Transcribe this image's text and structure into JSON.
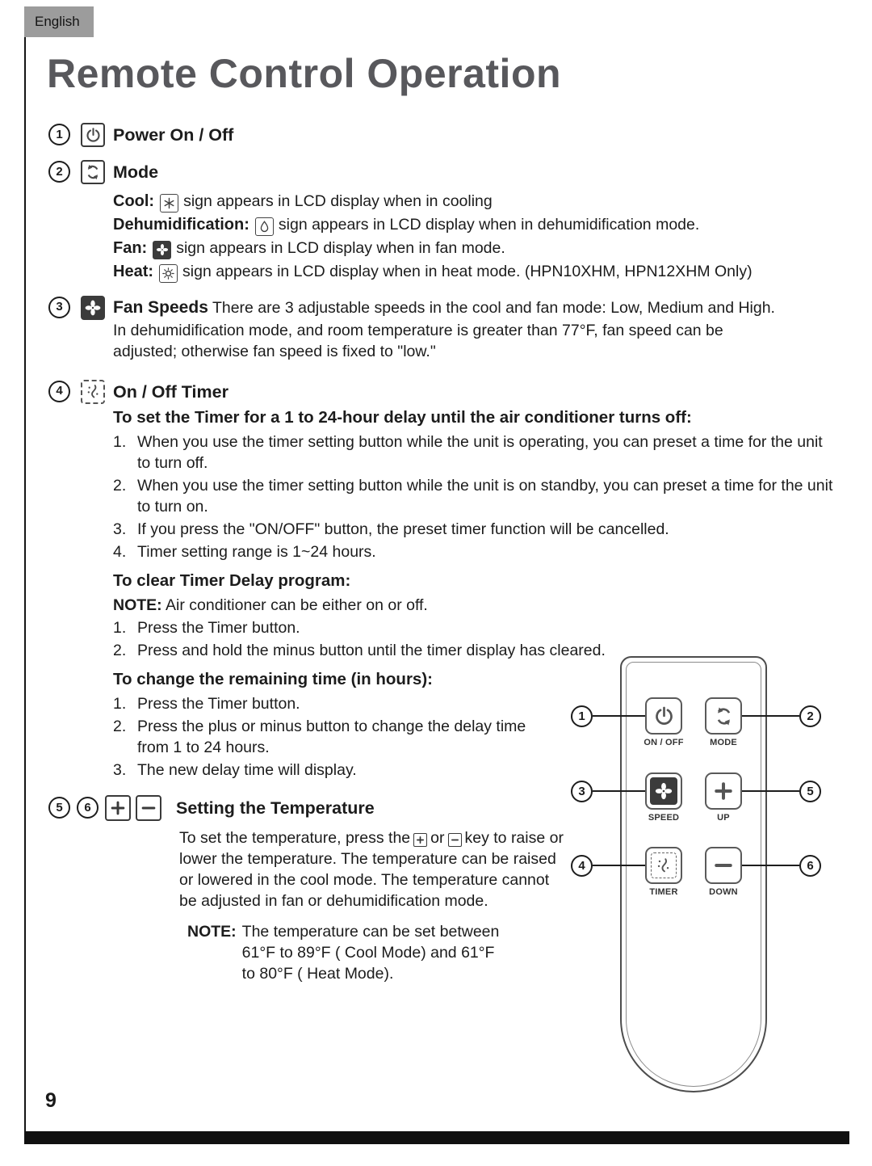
{
  "meta": {
    "language_tab": "English",
    "title": "Remote Control Operation",
    "page_number": "9"
  },
  "item1": {
    "number": "1",
    "icon": "power-icon",
    "heading": "Power On / Off"
  },
  "item2": {
    "number": "2",
    "icon": "mode-icon",
    "heading": "Mode",
    "lines": [
      {
        "label": "Cool:",
        "icon": "snowflake-icon",
        "text": "sign appears in LCD display when in cooling"
      },
      {
        "label": "Dehumidification:",
        "icon": "droplet-icon",
        "text": "sign appears in LCD display when in dehumidification mode."
      },
      {
        "label": "Fan:",
        "icon": "fan-icon",
        "text": "sign appears in LCD display when in fan mode."
      },
      {
        "label": "Heat:",
        "icon": "sun-icon",
        "text": "sign appears in LCD display when in heat mode. (HPN10XHM, HPN12XHM Only)"
      }
    ]
  },
  "item3": {
    "number": "3",
    "icon": "fan-icon",
    "heading": "Fan Speeds",
    "text": "There are 3 adjustable speeds in the cool and fan mode: Low, Medium and High. In dehumidification mode, and room temperature is greater than 77°F, fan speed can be adjusted; otherwise fan speed is fixed to \"low.\""
  },
  "item4": {
    "number": "4",
    "icon": "timer-icon",
    "heading": "On / Off Timer",
    "set_heading": "To set the Timer for a 1 to 24-hour delay until the air conditioner turns off:",
    "set_steps": [
      {
        "num": "1.",
        "text": "When you use the timer setting button while the unit is operating, you can preset a time for the unit to turn off."
      },
      {
        "num": "2.",
        "text": "When you use the timer setting button while the unit is on standby, you can preset a time for the unit to turn on."
      },
      {
        "num": "3.",
        "text": "If you press the \"ON/OFF\" button, the preset timer function will be cancelled."
      },
      {
        "num": "4.",
        "text": "Timer setting range is 1~24 hours."
      }
    ],
    "clear_heading": "To clear Timer Delay program:",
    "clear_note_label": "NOTE:",
    "clear_note_text": "Air conditioner can be either on or off.",
    "clear_steps": [
      {
        "num": "1.",
        "text": "Press the Timer button."
      },
      {
        "num": "2.",
        "text": "Press and hold the minus button until the timer display has cleared."
      }
    ],
    "change_heading": "To change the remaining time (in hours):",
    "change_steps": [
      {
        "num": "1.",
        "text": "Press the Timer button."
      },
      {
        "num": "2.",
        "text": "Press the plus or minus button to change the delay time from 1 to 24 hours."
      },
      {
        "num": "3.",
        "text": "The new delay time will display."
      }
    ]
  },
  "item56": {
    "number5": "5",
    "number6": "6",
    "plus_icon": "plus-icon",
    "minus_icon": "minus-icon",
    "heading": "Setting the Temperature",
    "body_before": "To set the temperature, press the",
    "body_or": "or",
    "body_after": "key to raise or lower the temperature. The temperature can be raised or lowered in the cool mode. The temperature cannot be adjusted in fan or dehumidification mode.",
    "note_label": "NOTE:",
    "note_text": "The temperature can be set between 61°F to 89°F ( Cool Mode) and 61°F to 80°F ( Heat Mode)."
  },
  "remote": {
    "buttons": [
      {
        "icon": "power-icon",
        "label": "ON / OFF"
      },
      {
        "icon": "mode-icon",
        "label": "MODE"
      },
      {
        "icon": "fan-icon",
        "label": "SPEED"
      },
      {
        "icon": "plus-icon",
        "label": "UP"
      },
      {
        "icon": "timer-icon",
        "label": "TIMER"
      },
      {
        "icon": "minus-icon",
        "label": "DOWN"
      }
    ],
    "callouts": [
      "1",
      "2",
      "3",
      "5",
      "4",
      "6"
    ]
  }
}
